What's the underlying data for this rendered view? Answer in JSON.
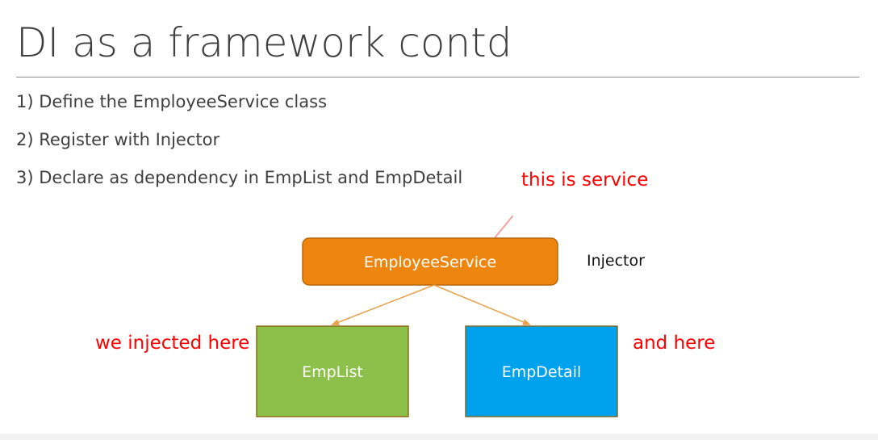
{
  "slide": {
    "title": "DI as a framework contd",
    "steps": [
      "1) Define the EmployeeService class",
      "2) Register with Injector",
      "3) Declare as dependency in EmpList and EmpDetail"
    ]
  },
  "diagram": {
    "service_box": {
      "label": "EmployeeService",
      "color": "#ed850f"
    },
    "injector_label": "Injector",
    "emplist_box": {
      "label": "EmpList",
      "color": "#8dc04b"
    },
    "empdetail_box": {
      "label": "EmpDetail",
      "color": "#00a2ee"
    },
    "arrow_color": "#e8a04a"
  },
  "annotations": {
    "service_note": "this is service",
    "left_note": "we injected here",
    "right_note": "and here",
    "color": "#ff0000"
  }
}
